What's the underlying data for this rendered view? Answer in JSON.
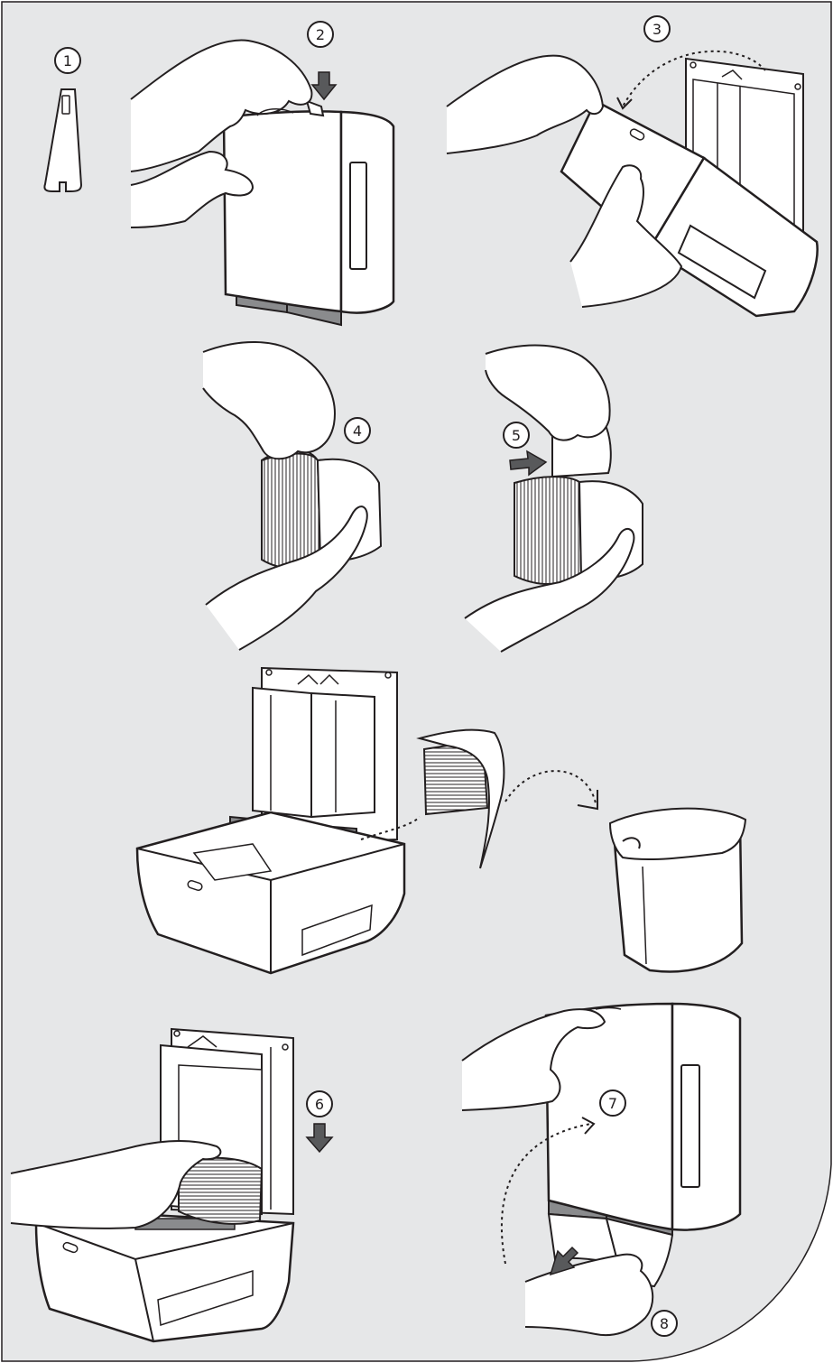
{
  "theme": {
    "panel_fill": "#e6e7e8",
    "line": "#231f20",
    "device_fill": "#ffffff",
    "dark_fill": "#8a8b8d",
    "arrow_fill": "#58595b"
  },
  "steps": [
    {
      "number": "1"
    },
    {
      "number": "2"
    },
    {
      "number": "3"
    },
    {
      "number": "4"
    },
    {
      "number": "5"
    },
    {
      "number": "6"
    },
    {
      "number": "7"
    },
    {
      "number": "8"
    }
  ]
}
